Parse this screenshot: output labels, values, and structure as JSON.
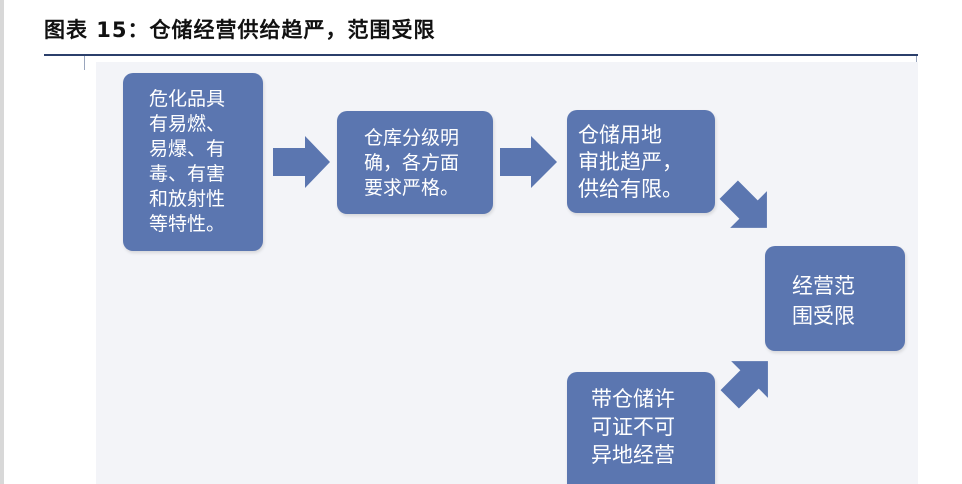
{
  "title": "图表 15：仓储经营供给趋严，范围受限",
  "colors": {
    "box_fill": "#5b76b0",
    "box_text": "#ffffff",
    "canvas_bg": "#f3f4f8",
    "title_rule": "#2b3f6b"
  },
  "nodes": [
    {
      "id": "hazard",
      "lines": [
        "危化品具",
        "有易燃、",
        "易爆、有",
        "毒、有害",
        "和放射性",
        "等特性。"
      ]
    },
    {
      "id": "strict",
      "lines": [
        "仓库分级明",
        "确，各方面",
        "要求严格。"
      ]
    },
    {
      "id": "land",
      "lines": [
        "仓储用地",
        "审批趋严，",
        "供给有限。"
      ]
    },
    {
      "id": "limited",
      "lines": [
        "经营范",
        "围受限"
      ]
    },
    {
      "id": "permit",
      "lines": [
        "带仓储许",
        "可证不可",
        "异地经营"
      ]
    }
  ],
  "edges": [
    {
      "from": "hazard",
      "to": "strict"
    },
    {
      "from": "strict",
      "to": "land"
    },
    {
      "from": "land",
      "to": "limited"
    },
    {
      "from": "permit",
      "to": "limited"
    }
  ]
}
